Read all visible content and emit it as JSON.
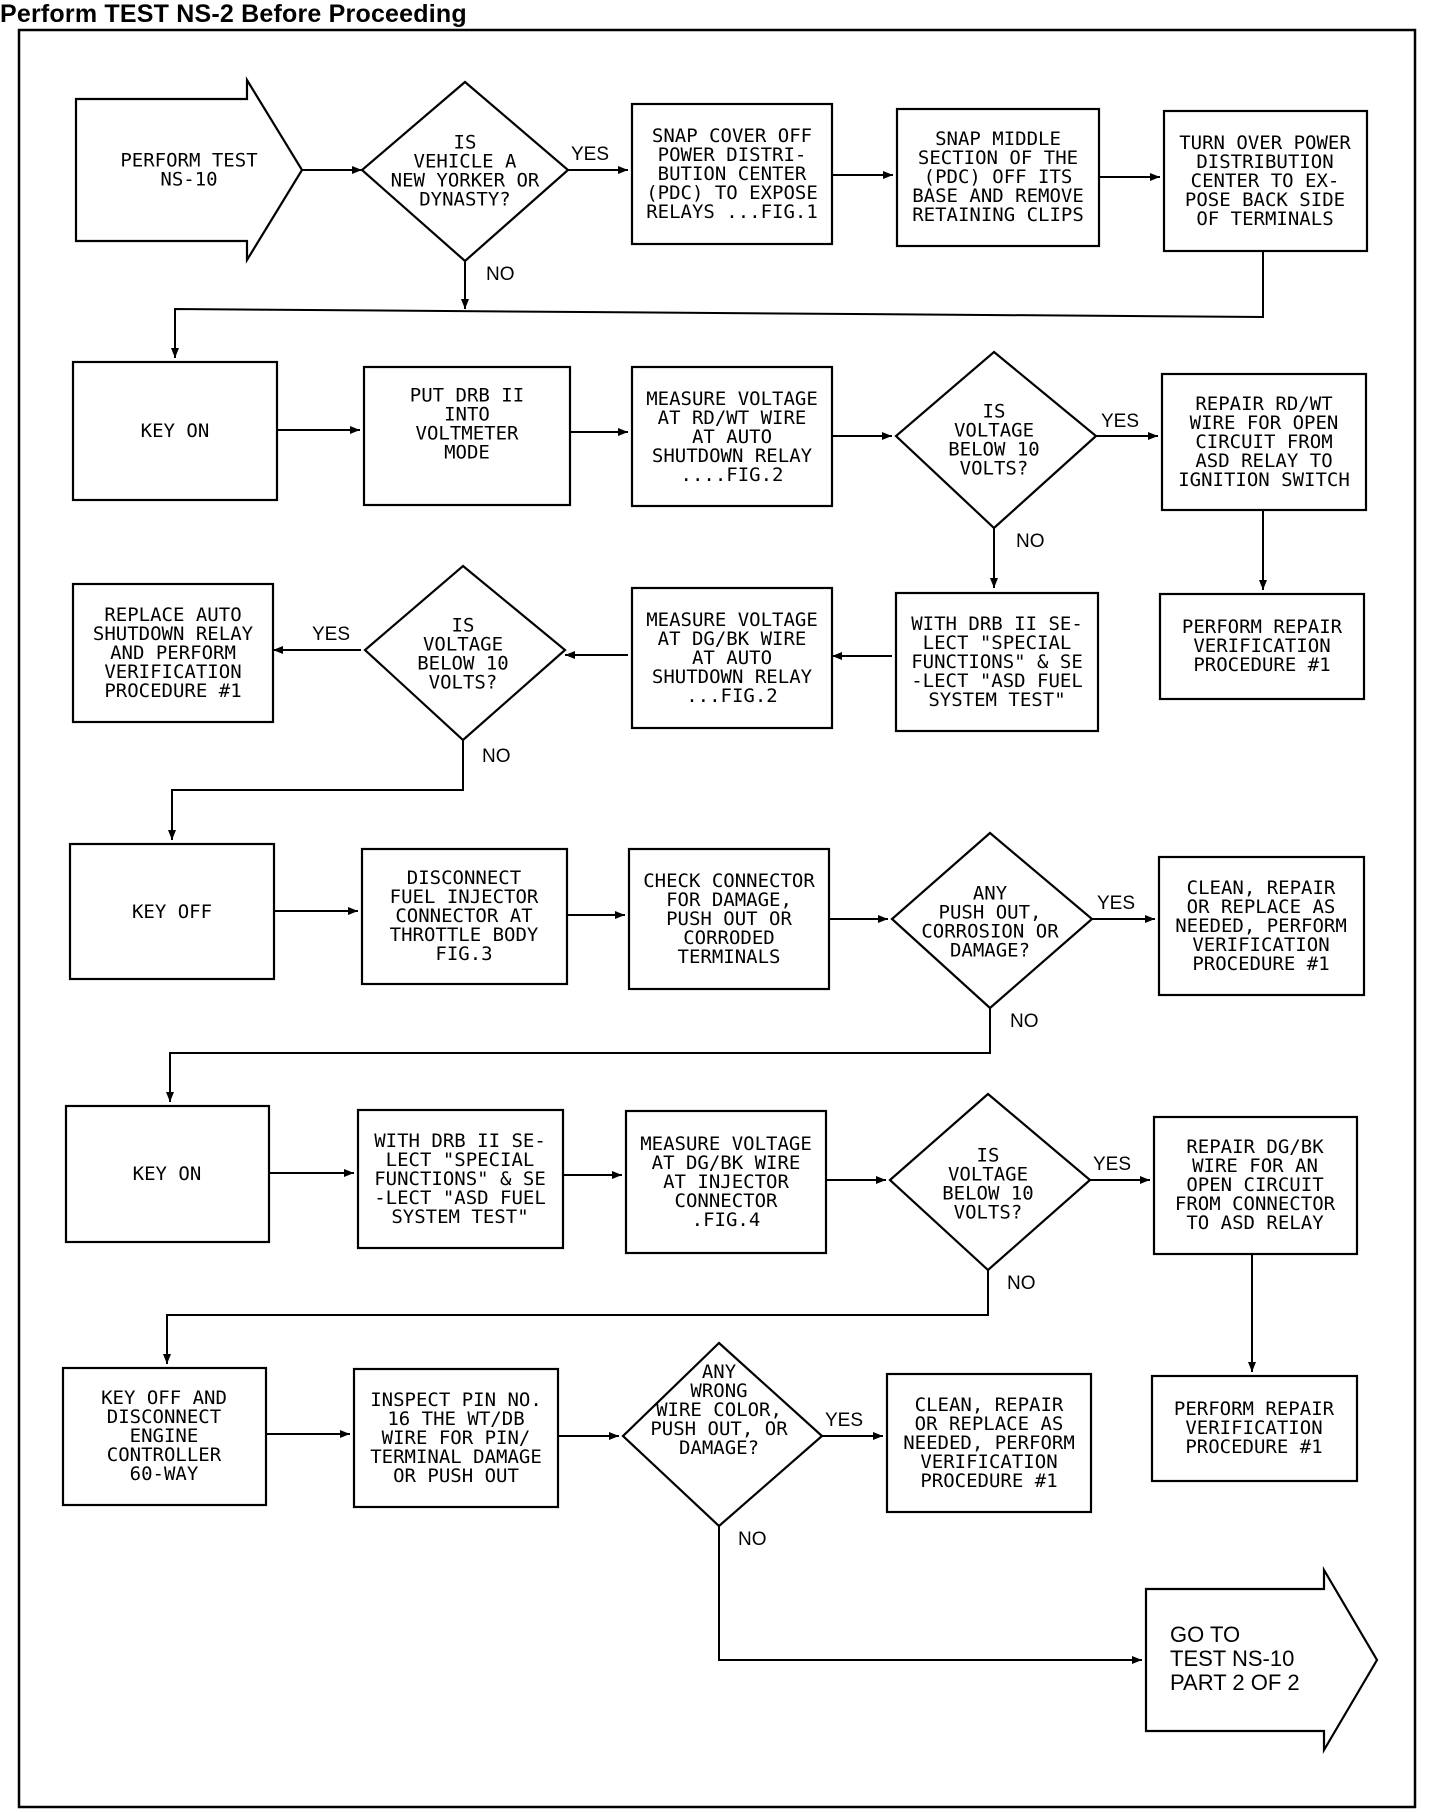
{
  "header": {
    "title": "Perform TEST NS-2 Before Proceeding"
  },
  "flowchart": {
    "start": [
      "PERFORM TEST",
      "NS-10"
    ],
    "q1": [
      "IS",
      "VEHICLE A",
      "NEW YORKER OR",
      "DYNASTY?"
    ],
    "snap_cover": [
      "SNAP COVER OFF",
      "POWER DISTRI-",
      "BUTION CENTER",
      "(PDC) TO EXPOSE",
      "RELAYS ...FIG.1"
    ],
    "snap_middle": [
      "SNAP MIDDLE",
      "SECTION OF THE",
      "(PDC) OFF ITS",
      "BASE AND REMOVE",
      "RETAINING CLIPS"
    ],
    "turn_over": [
      "TURN OVER POWER",
      "DISTRIBUTION",
      "CENTER TO EX-",
      "POSE BACK SIDE",
      "OF TERMINALS"
    ],
    "key_on_1": [
      "KEY ON"
    ],
    "put_drb": [
      "PUT DRB II",
      "INTO",
      "VOLTMETER",
      "MODE"
    ],
    "measure_rdwt": [
      "MEASURE VOLTAGE",
      "AT RD/WT WIRE",
      "AT AUTO",
      "SHUTDOWN RELAY",
      "....FIG.2"
    ],
    "q2": [
      "IS",
      "VOLTAGE",
      "BELOW 10",
      "VOLTS?"
    ],
    "repair_rdwt": [
      "REPAIR RD/WT",
      "WIRE FOR OPEN",
      "CIRCUIT FROM",
      "ASD RELAY TO",
      "IGNITION SWITCH"
    ],
    "perform_repair_1": [
      "PERFORM REPAIR",
      "VERIFICATION",
      "PROCEDURE #1"
    ],
    "with_drb_1": [
      "WITH DRB II SE-",
      "LECT \"SPECIAL",
      "FUNCTIONS\" & SE",
      "-LECT \"ASD FUEL",
      "SYSTEM TEST\""
    ],
    "measure_dgbk_relay": [
      "MEASURE VOLTAGE",
      "AT DG/BK WIRE",
      "AT AUTO",
      "SHUTDOWN RELAY",
      "...FIG.2"
    ],
    "q3": [
      "IS",
      "VOLTAGE",
      "BELOW 10",
      "VOLTS?"
    ],
    "replace_relay": [
      "REPLACE AUTO",
      "SHUTDOWN RELAY",
      "AND PERFORM",
      "VERIFICATION",
      "PROCEDURE #1"
    ],
    "key_off_1": [
      "KEY OFF"
    ],
    "disconnect_inj": [
      "DISCONNECT",
      "FUEL INJECTOR",
      "CONNECTOR AT",
      "THROTTLE BODY",
      "FIG.3"
    ],
    "check_connector": [
      "CHECK CONNECTOR",
      "FOR DAMAGE,",
      "PUSH OUT OR",
      "CORRODED",
      "TERMINALS"
    ],
    "q4": [
      "ANY",
      "PUSH OUT,",
      "CORROSION OR",
      "DAMAGE?"
    ],
    "clean_1": [
      "CLEAN, REPAIR",
      "OR REPLACE AS",
      "NEEDED, PERFORM",
      "VERIFICATION",
      "PROCEDURE #1"
    ],
    "key_on_2": [
      "KEY ON"
    ],
    "with_drb_2": [
      "WITH DRB II SE-",
      "LECT \"SPECIAL",
      "FUNCTIONS\" & SE",
      "-LECT \"ASD FUEL",
      "SYSTEM TEST\""
    ],
    "measure_dgbk_inj": [
      "MEASURE VOLTAGE",
      "AT DG/BK WIRE",
      "AT INJECTOR",
      "CONNECTOR",
      ".FIG.4"
    ],
    "q5": [
      "IS",
      "VOLTAGE",
      "BELOW 10",
      "VOLTS?"
    ],
    "repair_dgbk": [
      "REPAIR DG/BK",
      "WIRE FOR AN",
      "OPEN CIRCUIT",
      "FROM CONNECTOR",
      "TO ASD RELAY"
    ],
    "perform_repair_2": [
      "PERFORM REPAIR",
      "VERIFICATION",
      "PROCEDURE #1"
    ],
    "key_off_disc": [
      "KEY OFF AND",
      "DISCONNECT",
      "ENGINE",
      "CONTROLLER",
      "60-WAY"
    ],
    "inspect_pin": [
      "INSPECT PIN NO.",
      "16 THE WT/DB",
      "WIRE FOR PIN/",
      "TERMINAL DAMAGE",
      "OR PUSH OUT"
    ],
    "q6": [
      "ANY",
      "WRONG",
      "WIRE COLOR,",
      "PUSH OUT, OR",
      "DAMAGE?"
    ],
    "clean_2": [
      "CLEAN, REPAIR",
      "OR REPLACE AS",
      "NEEDED, PERFORM",
      "VERIFICATION",
      "PROCEDURE #1"
    ],
    "goto": [
      "GO TO",
      "TEST NS-10",
      "PART 2 OF 2"
    ]
  },
  "edges": {
    "yes": "YES",
    "no": "NO"
  }
}
